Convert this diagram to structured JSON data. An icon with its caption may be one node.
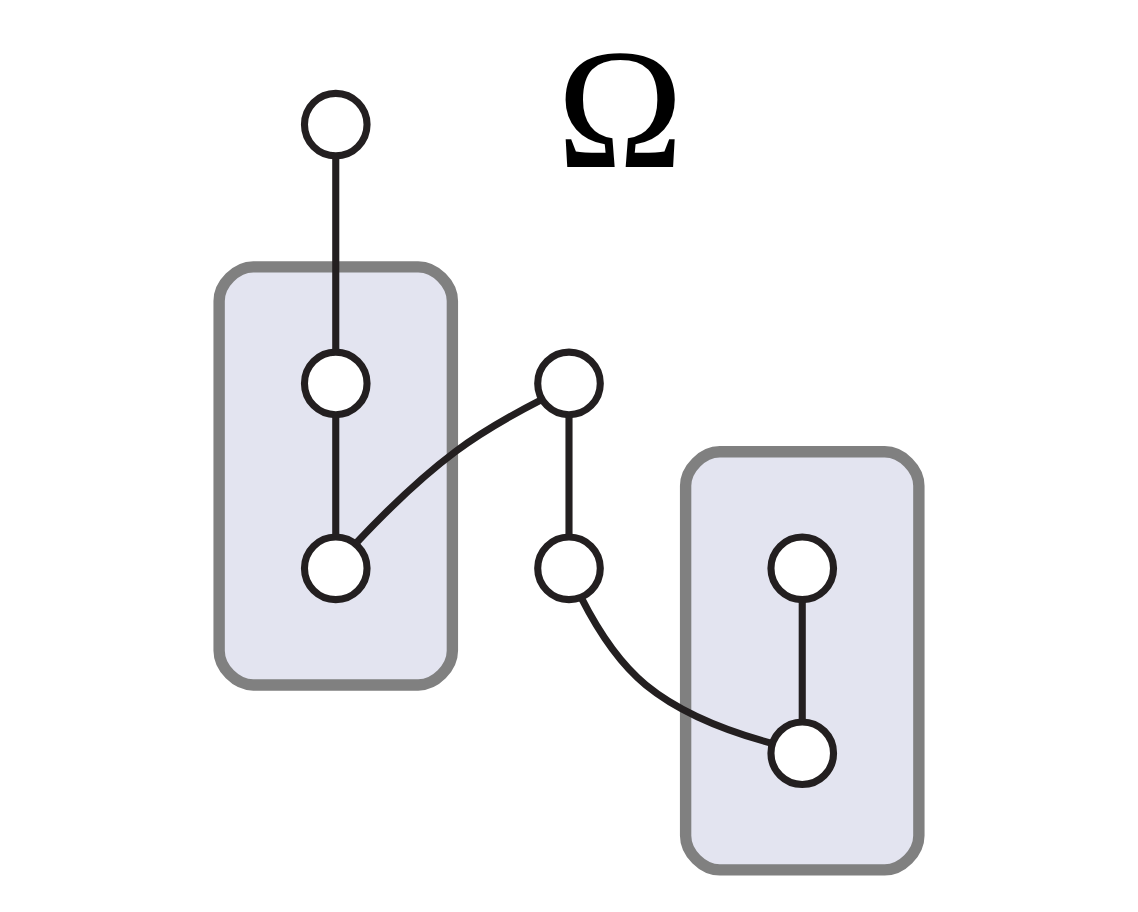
{
  "diagram": {
    "nodes": [
      {
        "text": [],
        "shape": "blob"
      },
      {
        "text": [],
        "shape": "blob"
      },
      {
        "text": [],
        "shape": "circle"
      },
      {
        "text": [],
        "shape": "circle",
        "in": 0
      },
      {
        "text": [],
        "shape": "circle"
      },
      {
        "text": [],
        "shape": "circle",
        "in": 0
      },
      {
        "text": [],
        "shape": "circle"
      },
      {
        "text": [],
        "shape": "circle",
        "in": 1
      },
      {
        "text": [],
        "shape": "circle",
        "in": 1
      }
    ],
    "edges": [
      {
        "from": 2,
        "to": 3,
        "arrow": "none"
      },
      {
        "from": 3,
        "to": 5,
        "arrow": "none"
      },
      {
        "from": 5,
        "to": 4,
        "arrow": "none"
      },
      {
        "from": 4,
        "to": 6,
        "arrow": "none"
      },
      {
        "from": 6,
        "to": 8,
        "arrow": "none"
      },
      {
        "from": 8,
        "to": 7,
        "arrow": "none"
      }
    ],
    "labels": [
      "Ω"
    ]
  }
}
